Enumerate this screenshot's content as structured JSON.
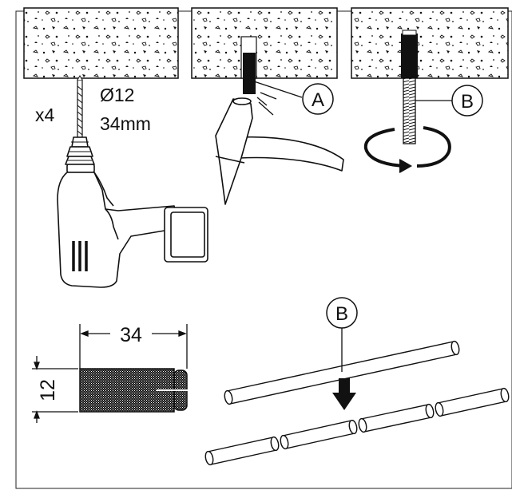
{
  "drill": {
    "quantity": "x4",
    "diameter": "Ø12",
    "depth": "34mm"
  },
  "callouts": {
    "a": "A",
    "b_top": "B",
    "b_bottom": "B"
  },
  "anchor": {
    "length": "34",
    "height": "12"
  }
}
